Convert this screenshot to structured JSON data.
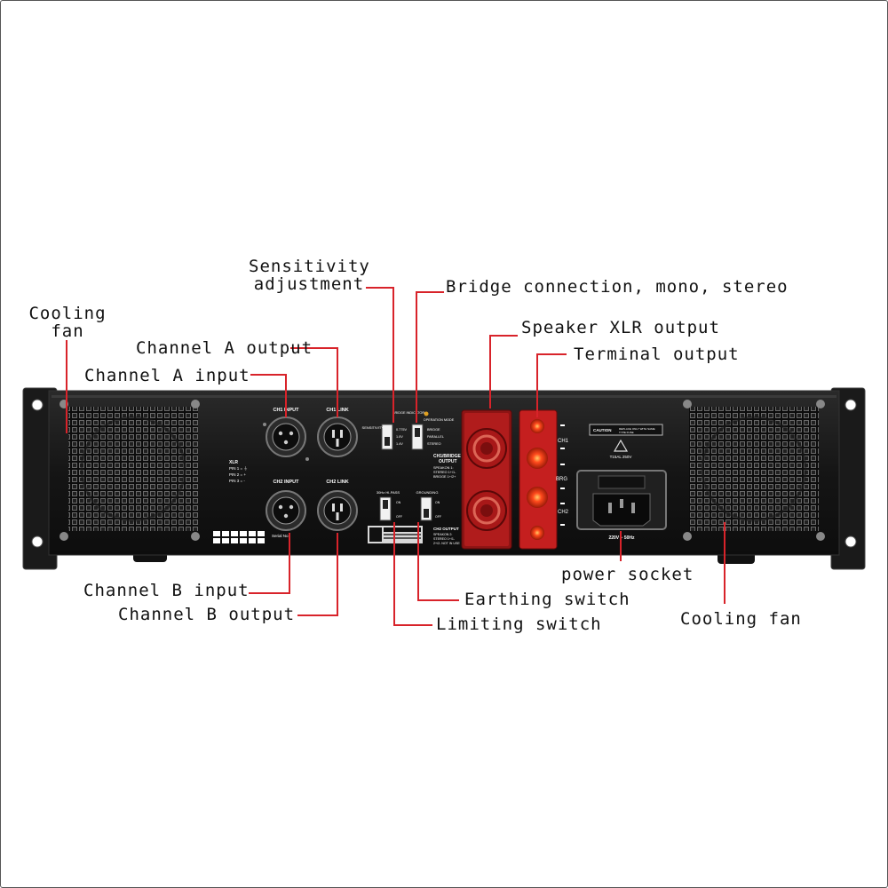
{
  "labels": {
    "sensitivity": [
      "Sensitivity",
      "adjustment"
    ],
    "bridge": "Bridge connection, mono, stereo",
    "cooling_fan_left": [
      "Cooling",
      "fan"
    ],
    "speaker_xlr": "Speaker XLR output",
    "channel_a_output": "Channel A output",
    "terminal": "Terminal output",
    "channel_a_input": "Channel A input",
    "power_socket": "power socket",
    "channel_b_input": "Channel B input",
    "earthing": "Earthing switch",
    "cooling_fan_right": "Cooling fan",
    "channel_b_output": "Channel B output",
    "limiting": "Limiting switch"
  },
  "panel": {
    "ch1_input": "CH1 INPUT",
    "ch1_link": "CH1 LINK",
    "ch2_input": "CH2 INPUT",
    "ch2_link": "CH2 LINK",
    "xlr_pins": [
      "XLR",
      "PIN 1 = ⏚",
      "PIN 2 = +",
      "PIN 3 = -"
    ],
    "serial": "Serial No.",
    "sensitivity": "SENSITIVITY",
    "bridge_indicator": "BRIDGE INDICATOR",
    "operation_mode": "OPERATION MODE",
    "sens_values": [
      "0.775V",
      "1.0V",
      "1.4V"
    ],
    "mode_values": [
      "BRIDGE",
      "PARALLEL",
      "STEREO"
    ],
    "ch1_output": [
      "CH1/BRIDGE",
      "OUTPUT",
      "SPEAKON 1:",
      "STEREO 1+/1-",
      "BRIDGE 1+/2+"
    ],
    "hipass": "30Hz HI-PASS",
    "grounding": "GROUNDING",
    "switch_states": [
      "ON",
      "OFF"
    ],
    "ch2_output": [
      "CH2 OUTPUT",
      "SPEAKON 2:",
      "STEREO 1+/1-",
      "2+/2- NOT IN USE"
    ],
    "ch1": "CH1",
    "brg": "BRG",
    "ch2": "CH2",
    "caution": "CAUTION",
    "caution_text": [
      "REPLACE ONLY WITH SAME",
      "TYPE FUSE"
    ],
    "fuse": "T15AL 250V",
    "voltage": "220V ~ 50Hz"
  },
  "colors": {
    "leader_line": "#d8232a",
    "chassis": "#161616",
    "speakon_red": "#b01c1c",
    "terminal_red": "#e0301e"
  }
}
